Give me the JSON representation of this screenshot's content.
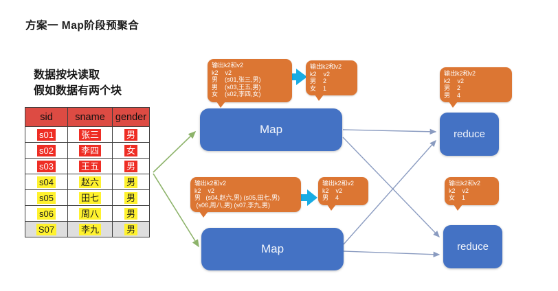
{
  "title": "方案一 Map阶段预聚合",
  "note": {
    "line1": "数据按块读取",
    "line2": "假如数据有两个块"
  },
  "table": {
    "headers": [
      "sid",
      "sname",
      "gender"
    ],
    "rows": [
      {
        "cells": [
          "s01",
          "张三",
          "男"
        ],
        "highlight": "red",
        "row_bg": "white"
      },
      {
        "cells": [
          "s02",
          "李四",
          "女"
        ],
        "highlight": "red",
        "row_bg": "white"
      },
      {
        "cells": [
          "s03",
          "王五",
          "男"
        ],
        "highlight": "red",
        "row_bg": "white"
      },
      {
        "cells": [
          "s04",
          "赵六",
          "男"
        ],
        "highlight": "yellow",
        "row_bg": "white"
      },
      {
        "cells": [
          "s05",
          "田七",
          "男"
        ],
        "highlight": "yellow",
        "row_bg": "white"
      },
      {
        "cells": [
          "s06",
          "周八",
          "男"
        ],
        "highlight": "yellow",
        "row_bg": "white"
      },
      {
        "cells": [
          "S07",
          "李九",
          "男"
        ],
        "highlight": "yellow",
        "row_bg": "gray"
      }
    ]
  },
  "nodes": {
    "map1": "Map",
    "map2": "Map",
    "reduce1": "reduce",
    "reduce2": "reduce"
  },
  "callouts": {
    "map1_out": {
      "lines": [
        "输出k2和v2",
        "k2    v2",
        "男    (s01,张三,男)",
        "男    (s03,王五,男)",
        "女    (s02,李四,女)"
      ]
    },
    "map1_agg": {
      "lines": [
        "输出k2和v2",
        "k2    v2",
        "男    2",
        "女    1"
      ]
    },
    "reduce1_out": {
      "lines": [
        "输出k2和v2",
        "k2    v2",
        "男    2",
        "男    4"
      ]
    },
    "map2_out": {
      "lines": [
        "输出k2和v2",
        "k2    v2",
        "男   (s04,赵六,男) (s05,田七,男)",
        " (s06,周八,男) (s07,李九,男)"
      ]
    },
    "map2_agg": {
      "lines": [
        "输出k2和v2",
        "k2    v2",
        "男    4"
      ]
    },
    "reduce2_out": {
      "lines": [
        "输出k2和v2",
        "k2    v2",
        "女    1"
      ]
    }
  },
  "colors": {
    "node_blue": "#4472c4",
    "callout_orange": "#dc7633",
    "combine_arrow_cyan": "#18ace4",
    "split_arrow_green": "#8db36a",
    "shuffle_arrow_gray": "#8a9bc0",
    "header_red": "#dd4b43",
    "highlight_red": "#ee2d24",
    "highlight_yellow": "#fff22e"
  }
}
